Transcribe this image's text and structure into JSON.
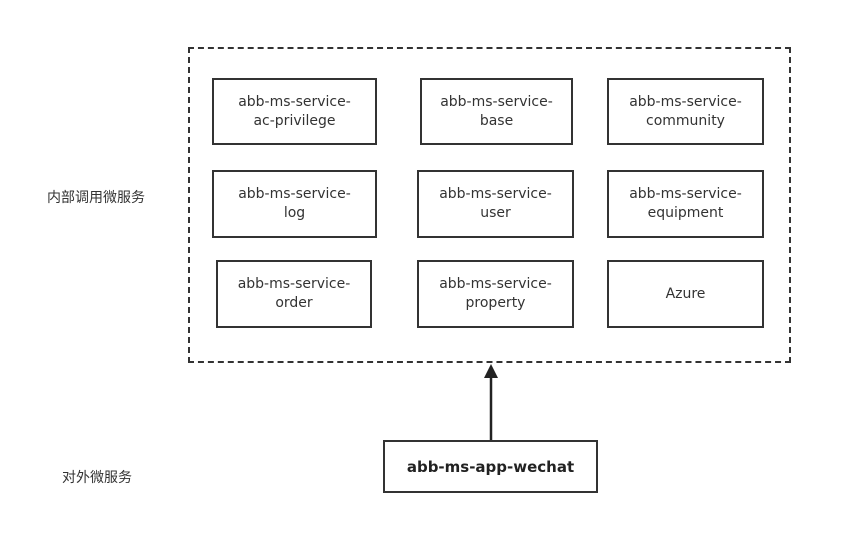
{
  "labels": {
    "internal": "内部调用微服务",
    "external": "对外微服务"
  },
  "services": [
    {
      "line1": "abb-ms-service-",
      "line2": "ac-privilege"
    },
    {
      "line1": "abb-ms-service-",
      "line2": "base"
    },
    {
      "line1": "abb-ms-service-",
      "line2": "community"
    },
    {
      "line1": "abb-ms-service-",
      "line2": "log"
    },
    {
      "line1": "abb-ms-service-",
      "line2": "user"
    },
    {
      "line1": "abb-ms-service-",
      "line2": "equipment"
    },
    {
      "line1": "abb-ms-service-",
      "line2": "order"
    },
    {
      "line1": "abb-ms-service-",
      "line2": "property"
    },
    {
      "line1": "Azure",
      "line2": ""
    }
  ],
  "app": {
    "label": "abb-ms-app-wechat"
  }
}
